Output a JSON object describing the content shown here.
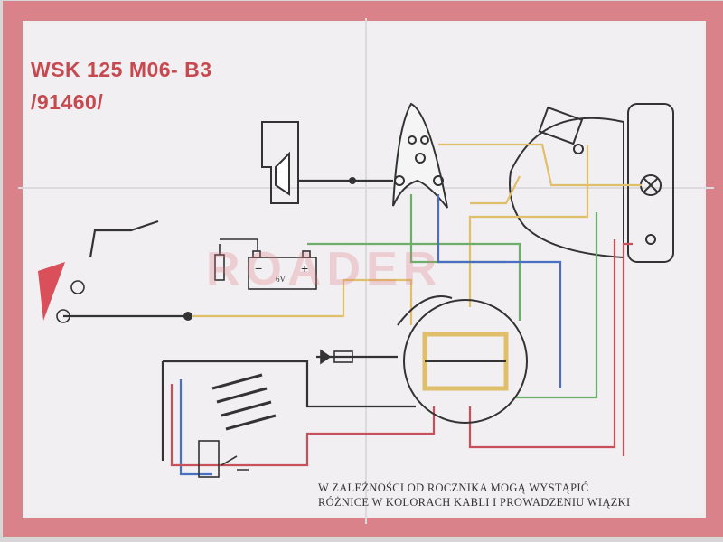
{
  "title_line1": "WSK 125 M06- B3",
  "title_line2": "/91460/",
  "battery_label": "6V",
  "battery_minus": "−",
  "battery_plus": "+",
  "watermark": "ROADER",
  "note_line1": "W ZALEŻNOŚCI OD ROCZNIKA MOGĄ WYSTĄPIĆ",
  "note_line2": "RÓŻNICE W KOLORACH KABLI I PROWADZENIU WIĄZKI",
  "colors": {
    "border": "#d9828a",
    "wire_yellow": "#e0bf6a",
    "wire_green": "#6fae6a",
    "wire_blue": "#4a6fc0",
    "wire_red": "#c8505a",
    "wire_black": "#333333"
  }
}
